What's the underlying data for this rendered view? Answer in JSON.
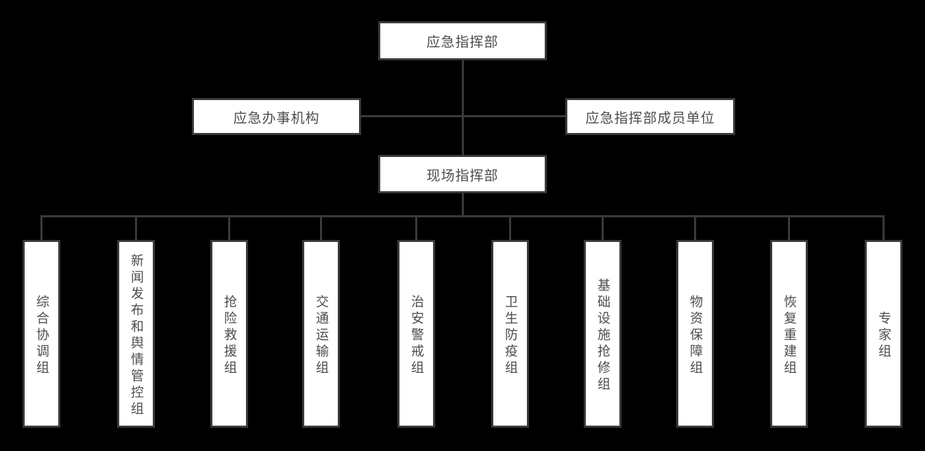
{
  "org_chart": {
    "root": {
      "label": "应急指挥部"
    },
    "office": {
      "label": "应急办事机构"
    },
    "members": {
      "label": "应急指挥部成员单位"
    },
    "field": {
      "label": "现场指挥部"
    },
    "groups": [
      {
        "label": "综合协调组"
      },
      {
        "label": "新闻发布和舆情管控组"
      },
      {
        "label": "抢险救援组"
      },
      {
        "label": "交通运输组"
      },
      {
        "label": "治安警戒组"
      },
      {
        "label": "卫生防疫组"
      },
      {
        "label": "基础设施抢修组"
      },
      {
        "label": "物资保障组"
      },
      {
        "label": "恢复重建组"
      },
      {
        "label": "专家组"
      }
    ],
    "colors": {
      "background": "#000000",
      "box_fill": "#ffffff",
      "box_border": "#3a3a3a",
      "connector_line": "#3a3a3a",
      "text": "#4d4d4d"
    }
  }
}
